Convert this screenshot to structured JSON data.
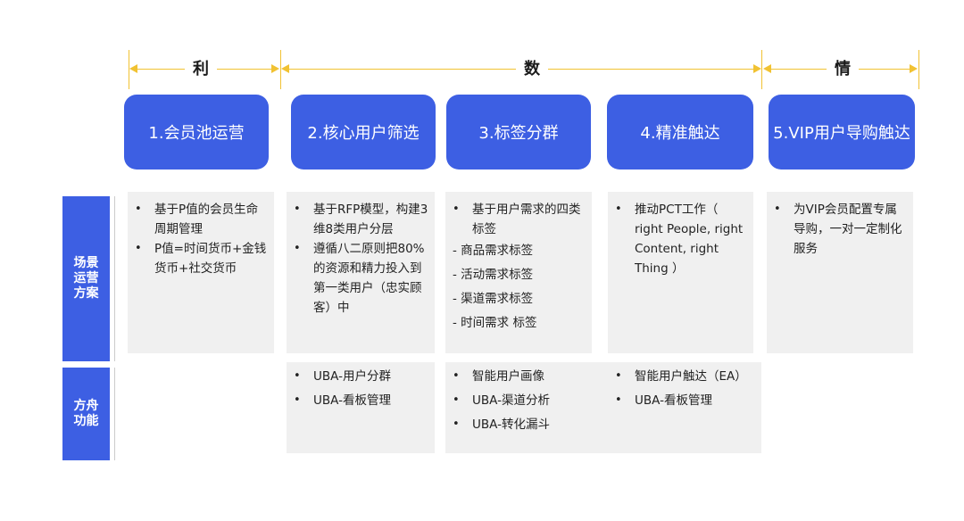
{
  "header": {
    "segments": [
      {
        "label": "利"
      },
      {
        "label": "数"
      },
      {
        "label": "情"
      }
    ]
  },
  "steps": [
    {
      "label": "1.会员池运营"
    },
    {
      "label": "2.核心用户筛选"
    },
    {
      "label": "3.标签分群"
    },
    {
      "label": "4.精准触达"
    },
    {
      "label": "5.VIP用户导购触达"
    }
  ],
  "rows": [
    {
      "label": "场景\n运营\n方案"
    },
    {
      "label": "方舟\n功能"
    }
  ],
  "scene": {
    "col1": [
      "基于P值的会员生命周期管理",
      "P值=时间货币+金钱货币+社交货币"
    ],
    "col2": [
      "基于RFP模型，构建3维8类用户分层",
      "遵循八二原则把80%的资源和精力投入到第一类用户（忠实顾客）中"
    ],
    "col3": {
      "bullet": "基于用户需求的四类标签",
      "subs": [
        "- 商品需求标签",
        "- 活动需求标签",
        "- 渠道需求标签",
        "- 时间需求 标签"
      ]
    },
    "col4": [
      "推动PCT工作（ right People, right Content, right Thing ）"
    ],
    "col5": [
      "为VIP会员配置专属导购，一对一定制化服务"
    ]
  },
  "ark": {
    "col2": [
      "UBA-用户分群",
      "UBA-看板管理"
    ],
    "col3": [
      "智能用户画像",
      "UBA-渠道分析",
      "UBA-转化漏斗"
    ],
    "col4": [
      "智能用户触达（EA）",
      "UBA-看板管理"
    ]
  },
  "colors": {
    "accent_blue": "#3d5fe3",
    "bracket_yellow": "#f1c232",
    "panel_grey": "#f0f0f0"
  }
}
